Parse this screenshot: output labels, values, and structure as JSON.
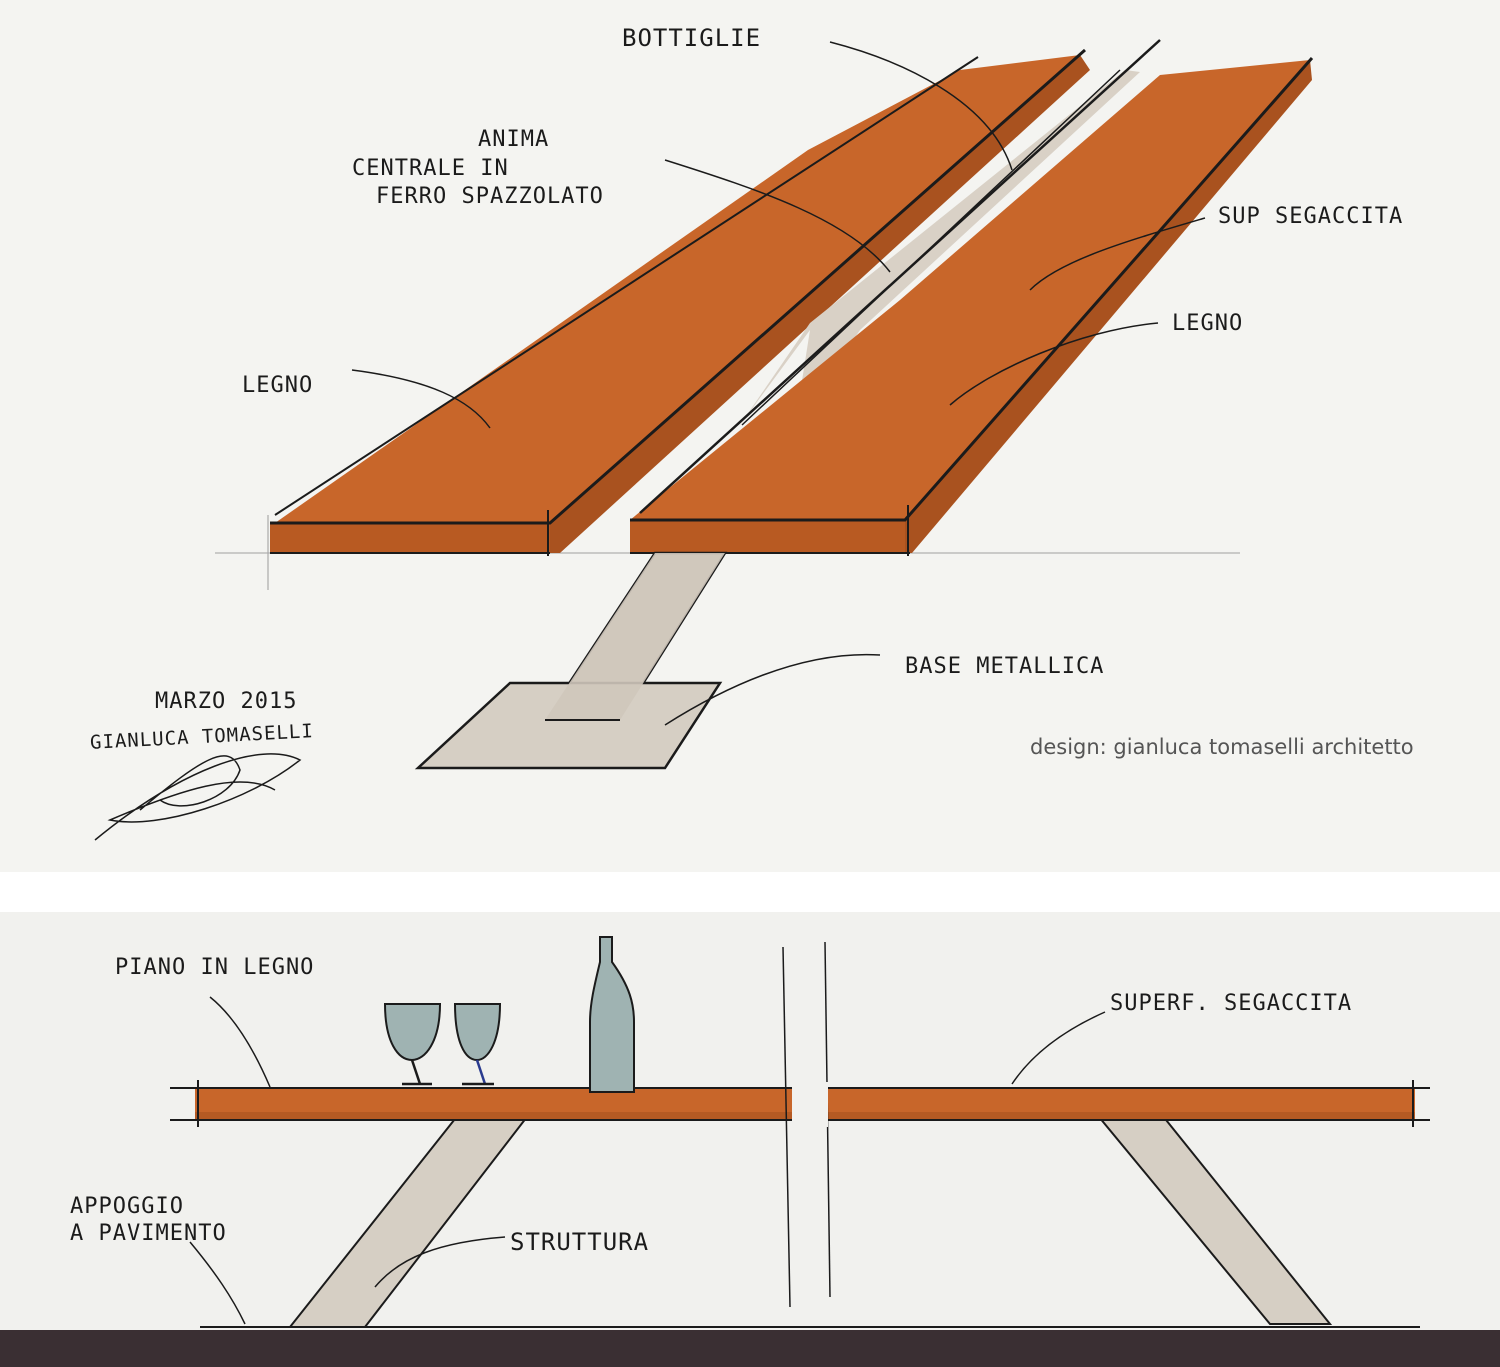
{
  "top_sketch": {
    "labels": {
      "bottiglie": "BOTTIGLIE",
      "anima_line1": "ANIMA",
      "anima_line2": "CENTRALE IN",
      "anima_line3": "FERRO SPAZZOLATO",
      "sup_segaccita": "SUP SEGACCITA",
      "legno_right": "LEGNO",
      "legno_left": "LEGNO",
      "base_metallica": "BASE METALLICA"
    },
    "date": "MARZO 2015",
    "author_signature": "GIANLUCA TOMASELLI",
    "credit": "design: gianluca tomaselli architetto"
  },
  "bottom_sketch": {
    "labels": {
      "piano_in_legno": "PIANO IN LEGNO",
      "superf_segaccita": "SUPERF. SEGACCITA",
      "appoggio_line1": "APPOGGIO",
      "appoggio_line2": "A PAVIMENTO",
      "struttura": "STRUTTURA"
    }
  },
  "colors": {
    "wood": "#c8662a",
    "wood_dark": "#a9521f",
    "metal": "#d6cfc4",
    "glass": "#9fb3b2",
    "floor": "#3a2f33"
  }
}
